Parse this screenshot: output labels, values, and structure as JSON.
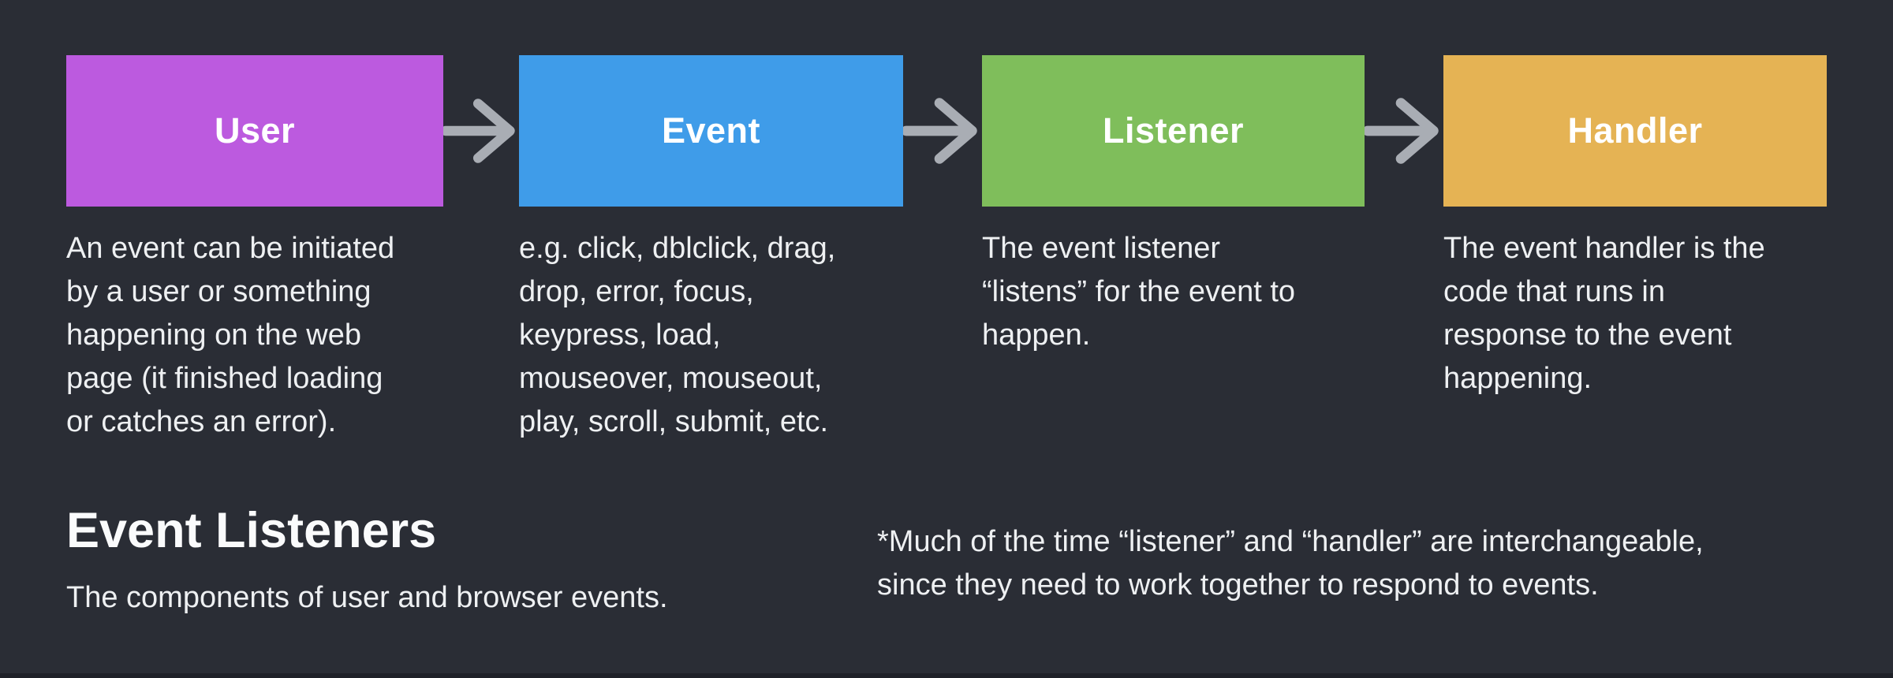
{
  "background": "#2a2d35",
  "arrow_color": "#a9adb4",
  "flow": {
    "columns": [
      {
        "label": "User",
        "color": "#bc5adf",
        "description": "An event can be initiated\nby a user or something\nhappening on the web\npage (it finished loading\nor catches an error)."
      },
      {
        "label": "Event",
        "color": "#3f9ce9",
        "description": "e.g. click, dblclick, drag,\ndrop, error, focus,\nkeypress, load,\nmouseover, mouseout,\nplay, scroll, submit, etc."
      },
      {
        "label": "Listener",
        "color": "#7fbe5b",
        "description": "The event listener\n“listens” for the event to\nhappen."
      },
      {
        "label": "Handler",
        "color": "#e5b354",
        "description": "The event handler is the\ncode that runs in\nresponse to the event\nhappening."
      }
    ]
  },
  "footer": {
    "title": "Event Listeners",
    "subtitle": "The components of user and browser events.",
    "note": "*Much of the time “listener” and “handler” are interchangeable,\nsince they need to work together to respond to events."
  }
}
